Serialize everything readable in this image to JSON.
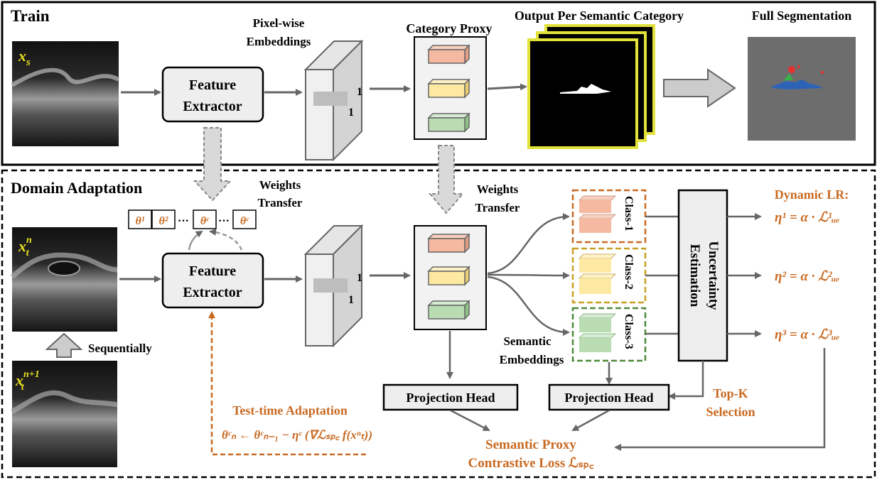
{
  "sections": {
    "train_title": "Train",
    "adapt_title": "Domain Adaptation"
  },
  "images": {
    "source_label_main": "x",
    "source_label_sub": "s",
    "target_label_main": "x",
    "target_label_sub": "t",
    "target_label_sup": "n",
    "next_label_main": "x",
    "next_label_sub": "t",
    "next_label_sup": "n+1"
  },
  "train": {
    "feature_extractor_line1": "Feature",
    "feature_extractor_line2": "Extractor",
    "pixel_embeddings_line1": "Pixel-wise",
    "pixel_embeddings_line2": "Embeddings",
    "dim_a": "1",
    "dim_b": "1",
    "category_proxy": "Category Proxy",
    "output_per_category": "Output Per Semantic Category",
    "full_segmentation": "Full Segmentation"
  },
  "adapt": {
    "weights_transfer_line1": "Weights",
    "weights_transfer_line2": "Transfer",
    "theta_cells": [
      "θ¹",
      "θ²",
      "θᶜ",
      "θᶜ"
    ],
    "dots": "···",
    "feature_extractor_line1": "Feature",
    "feature_extractor_line2": "Extractor",
    "dim_a": "1",
    "dim_b": "1",
    "sequentially": "Sequentially",
    "semantic_embeddings_line1": "Semantic",
    "semantic_embeddings_line2": "Embeddings",
    "class_labels": [
      "Class-1",
      "Class-2",
      "Class-3"
    ],
    "uncertainty_line1": "Uncertainty",
    "uncertainty_line2": "Estimation",
    "dynamic_lr": "Dynamic LR:",
    "lr_equations": [
      "η¹ = α · ℒ¹ᵤₑ",
      "η² = α · ℒ²ᵤₑ",
      "η³ = α · ℒ³ᵤₑ"
    ],
    "top_k_line1": "Top-K",
    "top_k_line2": "Selection",
    "projection_head_left": "Projection Head",
    "projection_head_right": "Projection Head",
    "tta_title": "Test-time Adaptation",
    "tta_equation": "θᶜₙ ← θᶜₙ₋₁ − ηᶜ (∇ℒₛₚ꜀ f(xⁿₜ))",
    "loss_line1": "Semantic Proxy",
    "loss_line2": "Contrastive Loss ℒₛₚ꜀"
  },
  "colors": {
    "orange": "#c96a22",
    "salmon": "#f4b9a0",
    "yellow": "#fde9a2",
    "green": "#b9dcb3",
    "accent_yellow_label": "#e8e020",
    "frame_yellow": "#e2e23a",
    "seg_gray": "#6d6d6d"
  }
}
